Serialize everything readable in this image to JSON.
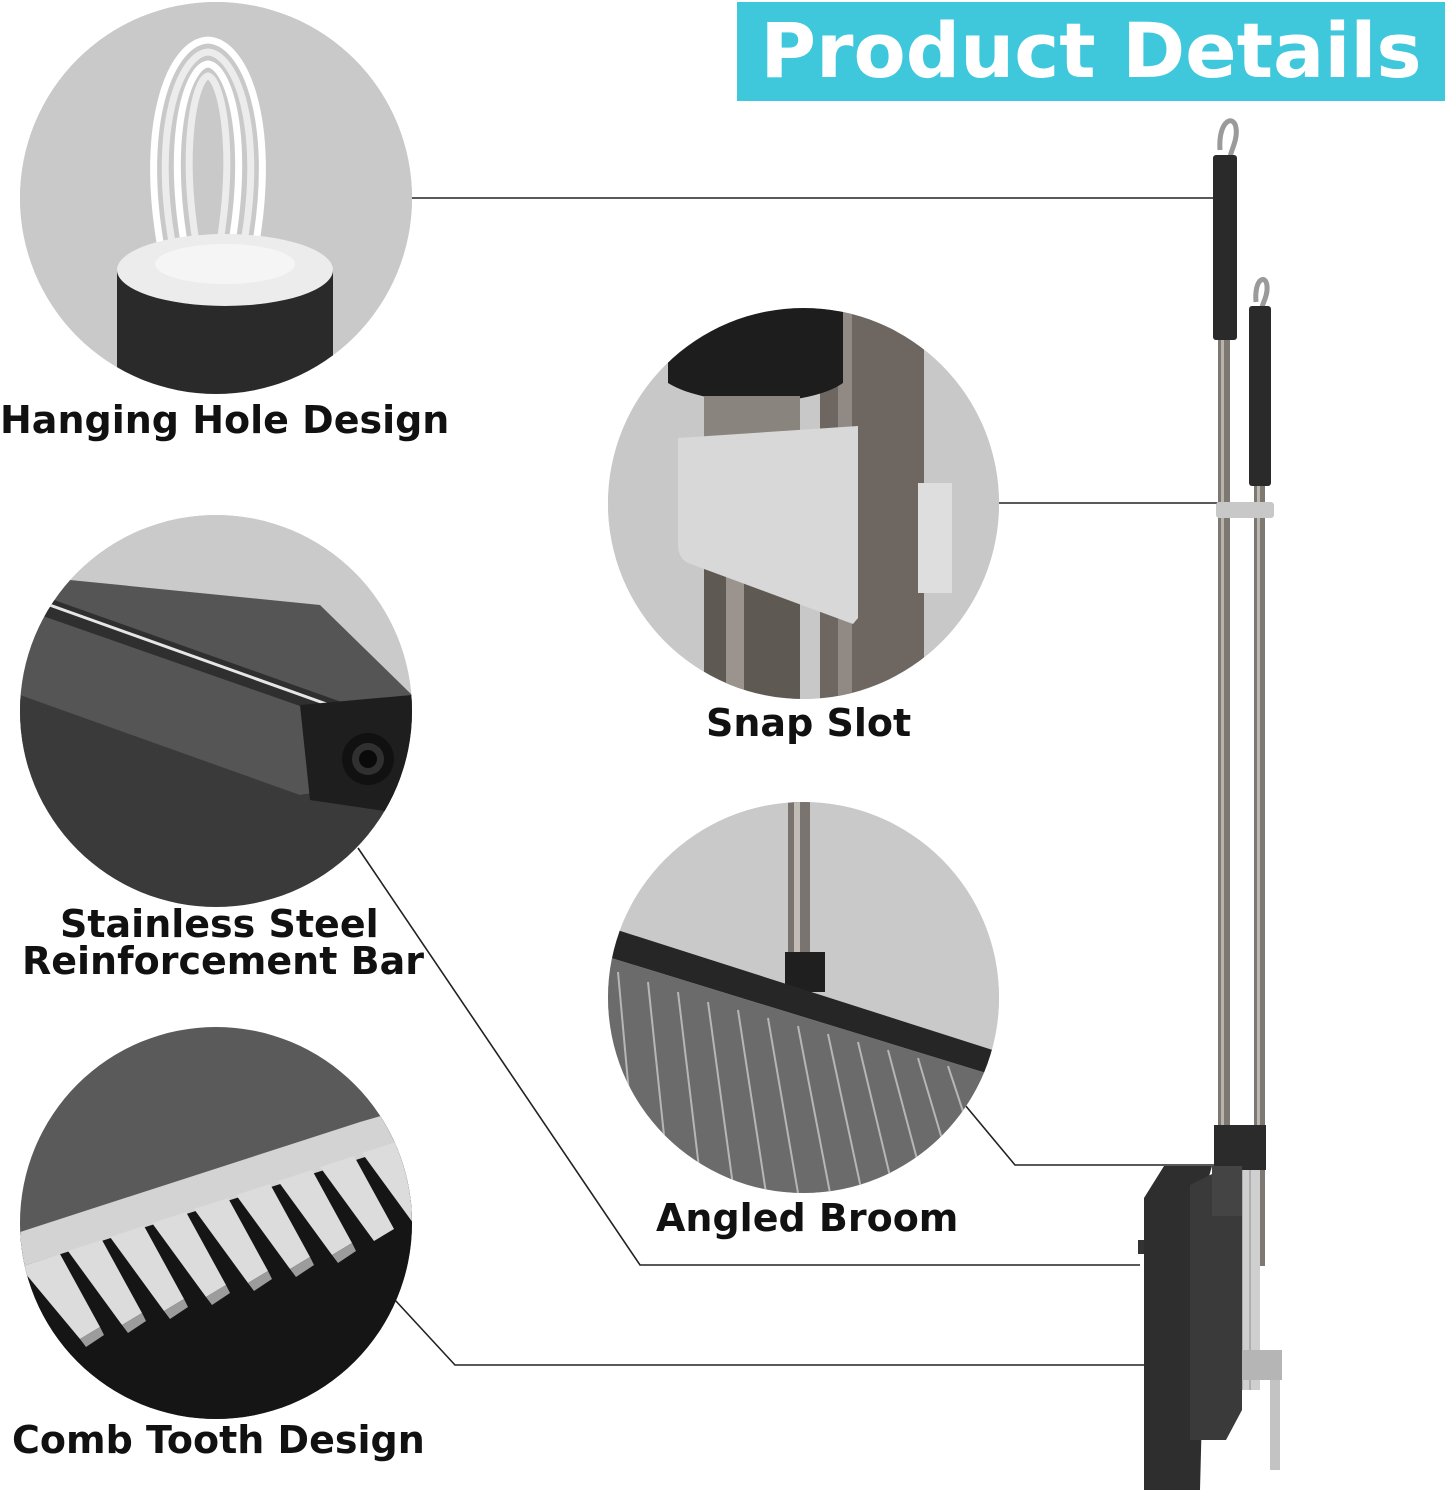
{
  "banner": {
    "title": "Product Details",
    "color": "#3fc8dc"
  },
  "features": [
    {
      "name": "hanging-hole",
      "label": "Hanging Hole Design"
    },
    {
      "name": "snap-slot",
      "label": "Snap Slot"
    },
    {
      "name": "reinforcement-bar",
      "label_line1": "Stainless Steel",
      "label_line2": "Reinforcement Bar"
    },
    {
      "name": "angled-broom",
      "label": "Angled Broom"
    },
    {
      "name": "comb-tooth",
      "label": "Comb Tooth Design"
    }
  ],
  "colors": {
    "accent": "#3fc8dc",
    "product_dark": "#2b2b2b",
    "product_light": "#d9d9d9",
    "steel": "#8a8580"
  }
}
